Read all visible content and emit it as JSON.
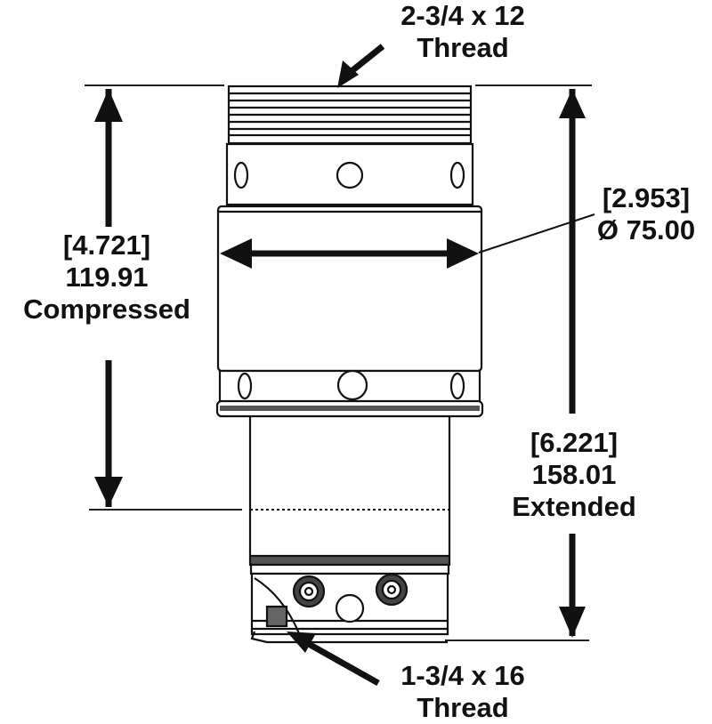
{
  "diagram": {
    "subject": "Shock absorber / spacer body side elevation with dimensions",
    "colors": {
      "line": "#111111",
      "background": "#ffffff",
      "gray_fill": "#666666"
    },
    "callouts": {
      "top_thread": {
        "line1": "2-3/4 x 12",
        "line2": "Thread"
      },
      "diameter": {
        "line1": "[2.953]",
        "line2": "Ø 75.00"
      },
      "compressed": {
        "line1": "[4.721]",
        "line2": "119.91",
        "line3": "Compressed"
      },
      "extended": {
        "line1": "[6.221]",
        "line2": "158.01",
        "line3": "Extended"
      },
      "bottom_thread": {
        "line1": "1-3/4 x 16",
        "line2": "Thread"
      }
    },
    "dimensions": {
      "compressed_in": 4.721,
      "compressed_mm": 119.91,
      "extended_in": 6.221,
      "extended_mm": 158.01,
      "diameter_in": 2.953,
      "diameter_mm": 75.0
    }
  }
}
